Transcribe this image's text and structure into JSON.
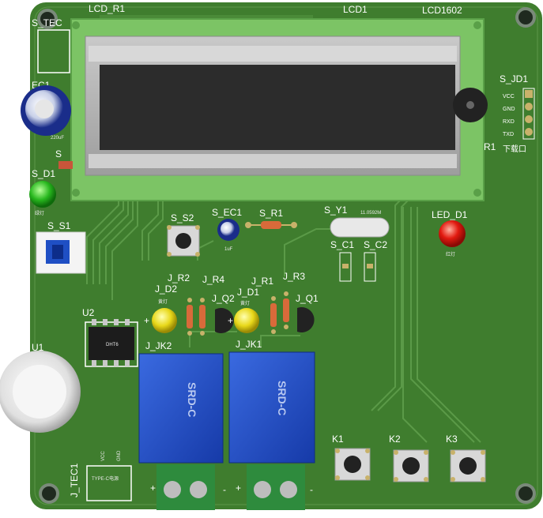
{
  "board": {
    "pcb_color": "#3f7d2e",
    "lcd_green": "#7cc465",
    "relay_blue": "#1f4fc4",
    "terminal_green": "#2e8b3d"
  },
  "labels": {
    "lcd_r1": "LCD_R1",
    "lcd1": "LCD1",
    "lcd1602": "LCD1602",
    "s_tec": "S_TEC",
    "ec1": "EC1",
    "ec1_value": "220uF",
    "s_d1": "S_D1",
    "s_d1_sub": "绿灯",
    "s_s1": "S_S1",
    "s_s2": "S_S2",
    "s_ec1": "S_EC1",
    "s_ec1_value": "1uF",
    "s_r1": "S_R1",
    "s_y1": "S_Y1",
    "s_y1_value": "11.0592M",
    "s_c1": "S_C1",
    "s_c2": "S_C2",
    "led_d1": "LED_D1",
    "led_d1_sub": "红灯",
    "s_jd1": "S_JD1",
    "jd1_pins": [
      "VCC",
      "GND",
      "RXD",
      "TXD"
    ],
    "jd1_caption": "下载口",
    "r1": "R1",
    "u1": "U1",
    "u2": "U2",
    "u2_chip": "DHT6",
    "j_r2": "J_R2",
    "j_r4": "J_R4",
    "j_d2": "J_D2",
    "j_d2_sub": "黄灯",
    "j_q2": "J_Q2",
    "j_r1": "J_R1",
    "j_r3": "J_R3",
    "j_d1": "J_D1",
    "j_d1_sub": "黄灯",
    "j_q1": "J_Q1",
    "j_jk2": "J_JK2",
    "j_jk1": "J_JK1",
    "relay_text": "SRD-C",
    "k1": "K1",
    "k2": "K2",
    "k3": "K3",
    "j_tec1": "J_TEC1",
    "j_tec1_caption": "TYPE-C电源",
    "vcc": "VCC",
    "gnd": "GND",
    "plus": "+",
    "minus": "-",
    "s_short": "S"
  }
}
